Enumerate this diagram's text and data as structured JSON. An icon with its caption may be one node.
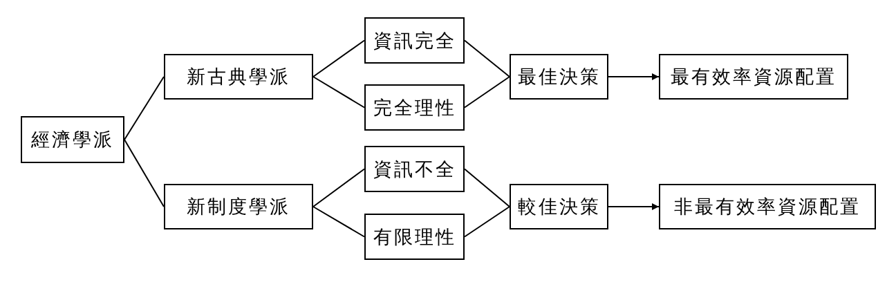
{
  "diagram": {
    "nodes": [
      {
        "text": [
          "經濟學派"
        ]
      },
      {
        "text": [
          "新古典學派"
        ]
      },
      {
        "text": [
          "新制度學派"
        ]
      },
      {
        "text": [
          "資訊完全"
        ]
      },
      {
        "text": [
          "完全理性"
        ]
      },
      {
        "text": [
          "資訊不全"
        ]
      },
      {
        "text": [
          "有限理性"
        ]
      },
      {
        "text": [
          "最佳決策"
        ]
      },
      {
        "text": [
          "最有效率資源配置"
        ]
      },
      {
        "text": [
          "較佳決策"
        ]
      },
      {
        "text": [
          "非最有效率資源配置"
        ]
      }
    ],
    "edges": [
      {
        "from": 0,
        "to": 1,
        "arrow": "none"
      },
      {
        "from": 0,
        "to": 2,
        "arrow": "none"
      },
      {
        "from": 1,
        "to": 3,
        "arrow": "none"
      },
      {
        "from": 1,
        "to": 4,
        "arrow": "none"
      },
      {
        "from": 2,
        "to": 5,
        "arrow": "none"
      },
      {
        "from": 2,
        "to": 6,
        "arrow": "none"
      },
      {
        "from": 3,
        "to": 7,
        "arrow": "none"
      },
      {
        "from": 4,
        "to": 7,
        "arrow": "none"
      },
      {
        "from": 5,
        "to": 9,
        "arrow": "none"
      },
      {
        "from": 6,
        "to": 9,
        "arrow": "none"
      },
      {
        "from": 7,
        "to": 8,
        "arrow": "to"
      },
      {
        "from": 9,
        "to": 10,
        "arrow": "to"
      }
    ]
  }
}
